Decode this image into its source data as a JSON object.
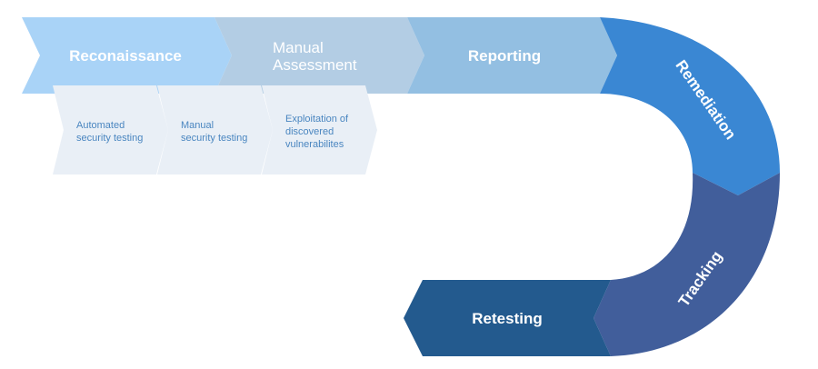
{
  "stages": {
    "reconnaissance": {
      "label": "Reconaissance",
      "color": "#a9d3f7"
    },
    "manual_assessment": {
      "label_line1": "Manual",
      "label_line2": "Assessment",
      "color": "#b3cde4"
    },
    "reporting": {
      "label": "Reporting",
      "color": "#93bfe2"
    },
    "remediation": {
      "label": "Remediation",
      "color": "#3a87d3"
    },
    "tracking": {
      "label": "Tracking",
      "color": "#415e9b"
    },
    "retesting": {
      "label": "Retesting",
      "color": "#235a8e"
    }
  },
  "substeps": {
    "color": "#e9eff6",
    "automated": {
      "line1": "Automated",
      "line2": "security testing"
    },
    "manual": {
      "line1": "Manual",
      "line2": "security testing"
    },
    "exploitation": {
      "line1": "Exploitation of",
      "line2": "discovered",
      "line3": "vulnerabilites"
    }
  }
}
